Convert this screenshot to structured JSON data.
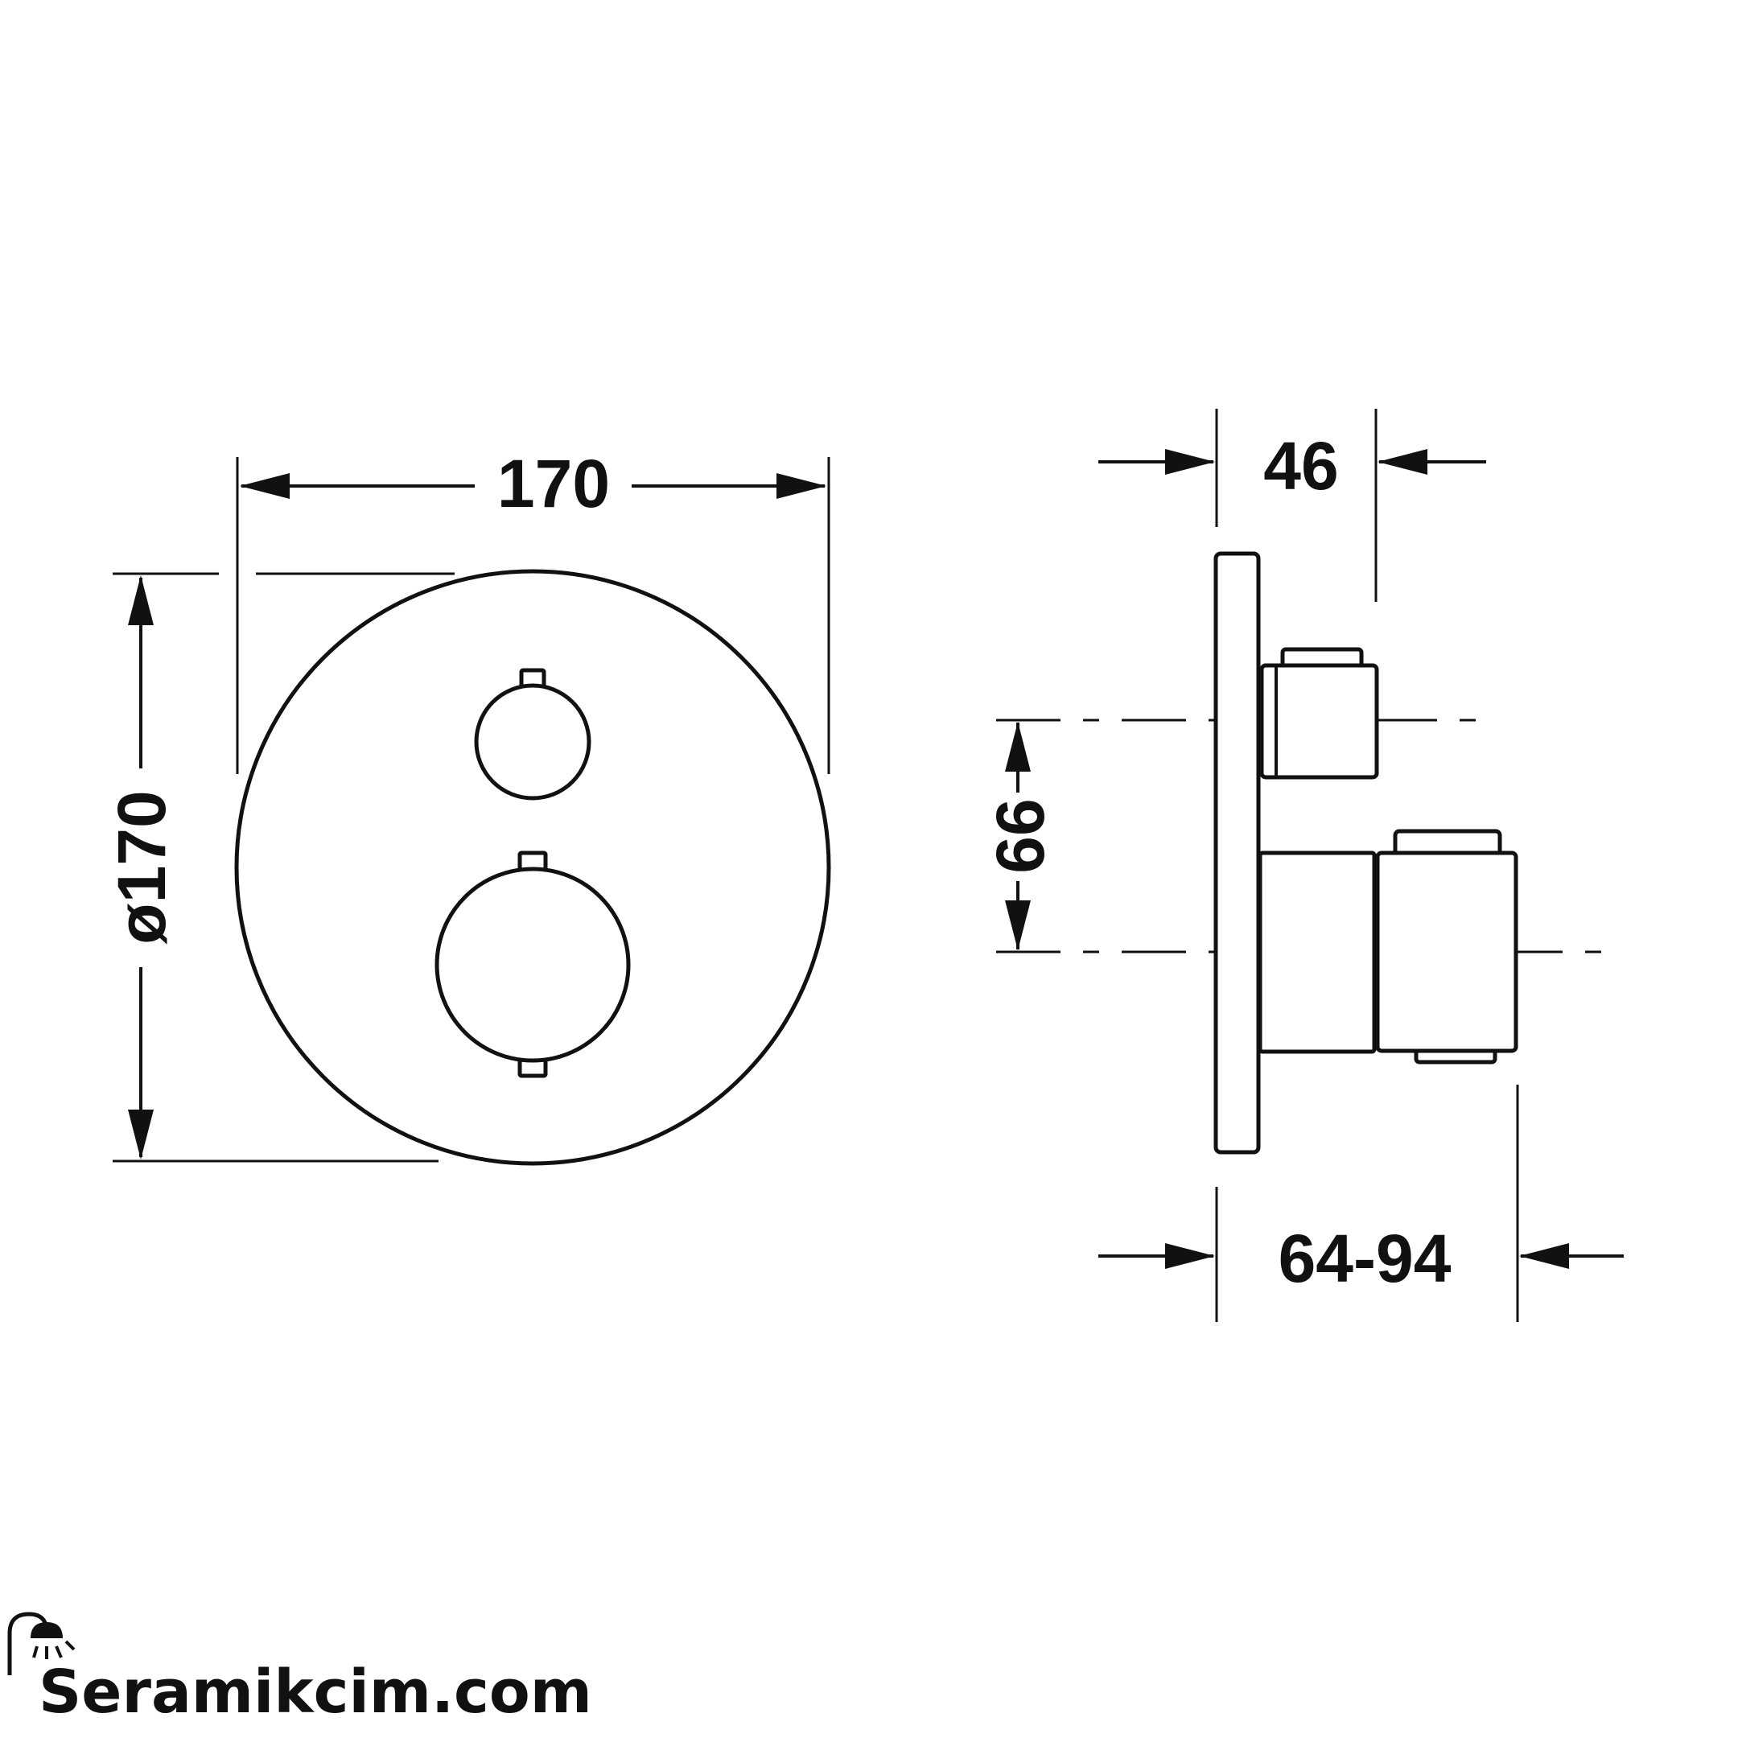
{
  "dimensions": {
    "front_width": "170",
    "front_diameter": "ø170",
    "side_depth": "46",
    "side_spacing": "66",
    "side_range": "64-94"
  },
  "watermark": {
    "text": "Seramikcim.com",
    "icon": "shower-head-icon"
  },
  "colors": {
    "line": "#111111",
    "background": "#ffffff"
  }
}
